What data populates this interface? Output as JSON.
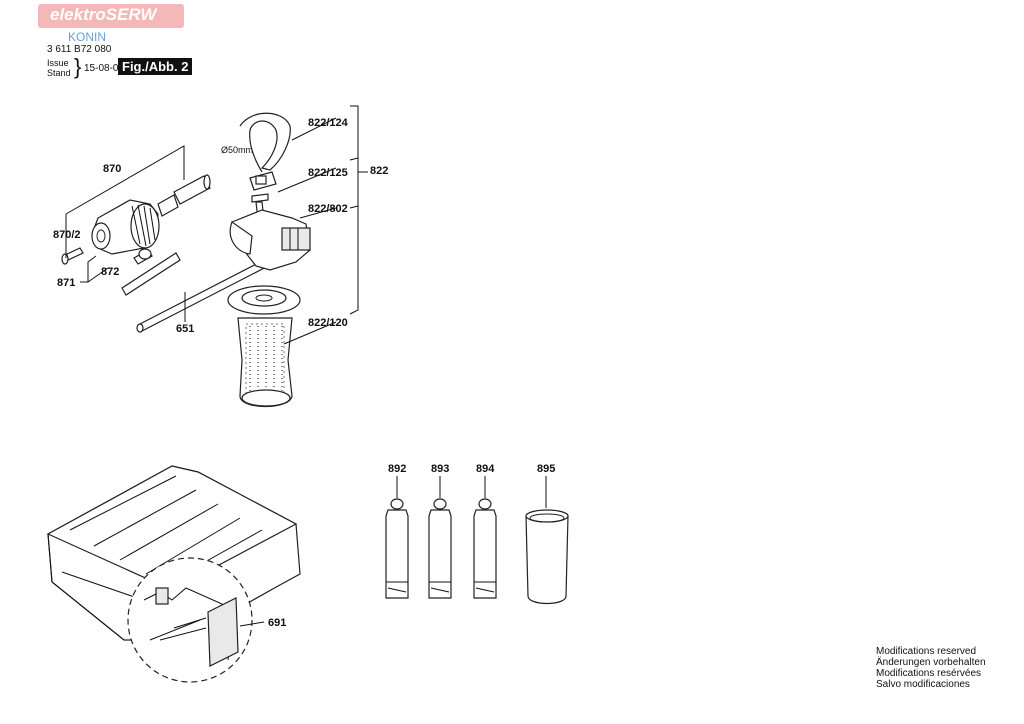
{
  "watermark": {
    "brand": "elektroSERW",
    "city": "KONIN"
  },
  "header": {
    "part_number": "3 611 B72 080",
    "issue_label_1": "Issue",
    "issue_label_2": "Stand",
    "brace": "}",
    "issue_date": "15-08-05",
    "figure": "Fig./Abb. 2"
  },
  "labels": {
    "p870": "870",
    "p870_2": "870/2",
    "p871": "871",
    "p872": "872",
    "p651": "651",
    "p822": "822",
    "p822_124": "822/124",
    "p822_125": "822/125",
    "p822_802": "822/802",
    "p822_120": "822/120",
    "dia": "Ø50mm",
    "p892": "892",
    "p893": "893",
    "p894": "894",
    "p895": "895",
    "p691": "691"
  },
  "footer": {
    "line1": "Modifications reserved",
    "line2": "Änderungen vorbehalten",
    "line3": "Modifications resérvées",
    "line4": "Salvo modificaciones"
  }
}
